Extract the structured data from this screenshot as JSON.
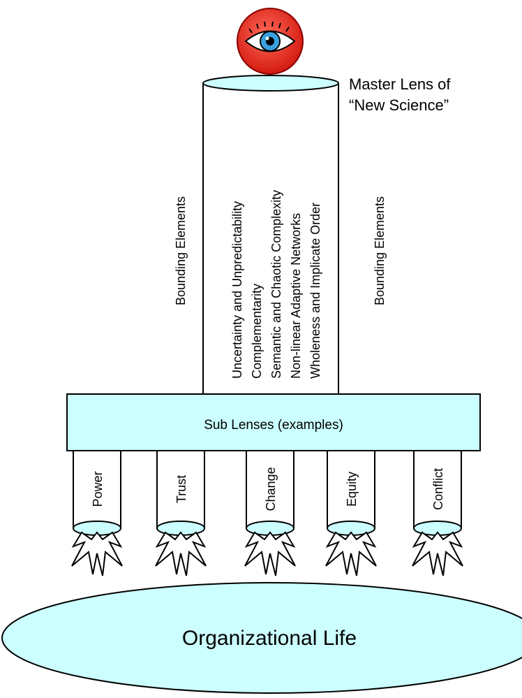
{
  "master_label": {
    "line1": "Master Lens of",
    "line2": "“New Science”"
  },
  "bounding_left": "Bounding Elements",
  "bounding_right": "Bounding Elements",
  "principles": [
    "Uncertainty and Unpredictability",
    "Complementarity",
    "Semantic and Chaotic Complexity",
    "Non-linear Adaptive Networks",
    "Wholeness and Implicate Order"
  ],
  "sub_lenses_label": "Sub Lenses (examples)",
  "sub_lenses": [
    "Power",
    "Trust",
    "Change",
    "Equity",
    "Conflict"
  ],
  "foundation_label": "Organizational Life",
  "colors": {
    "lens_fill": "#ccffff",
    "eye_red": "#e8281e",
    "iris": "#3aa0e0",
    "outline": "#000000"
  }
}
